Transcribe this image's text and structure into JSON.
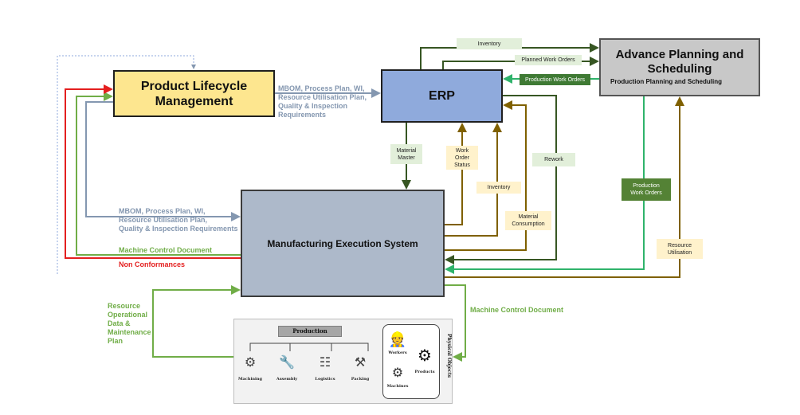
{
  "boxes": {
    "plm": "Product Lifecycle Management",
    "erp": "ERP",
    "aps_title": "Advance Planning and Scheduling",
    "aps_sub": "Production Planning and Scheduling",
    "mes": "Manufacturing Execution System"
  },
  "labels": {
    "inventory_top": "Inventory",
    "planned_work_orders": "Planned Work Orders",
    "production_work_orders_top": "Production Work Orders",
    "material_master": "Material Master",
    "work_order_status": "Work Order Status",
    "inventory_mid": "Inventory",
    "rework": "Rework",
    "material_consumption": "Material Consumption",
    "production_work_orders_mid": "Production Work Orders",
    "resource_utilisation": "Resource Utilisation"
  },
  "texts": {
    "plm_to_erp": [
      "MBOM, Process Plan, WI,",
      "Resource Utilisation Plan,",
      "Quality & Inspection",
      "Requirements"
    ],
    "plm_to_mes": [
      "MBOM, Process Plan, WI,",
      "Resource Utilisation Plan,",
      "Quality & Inspection Requirements"
    ],
    "machine_control_doc_left": "Machine Control Document",
    "non_conformances": "Non Conformances",
    "resource_operational": [
      "Resource",
      "Operational",
      "Data &",
      "Maintenance",
      "Plan"
    ],
    "machine_control_doc_right": "Machine Control Document"
  },
  "physical": {
    "production_title": "Production",
    "items": [
      "Machining",
      "Assembly",
      "Logistics",
      "Packing"
    ],
    "workers": "Workers",
    "machines": "Machines",
    "products": "Products",
    "side_label": "Physical Objects"
  },
  "colors": {
    "blue_arrow": "#8497b0",
    "dark_green": "#375623",
    "light_green": "#70ad47",
    "bright_green": "#2fb36b",
    "olive": "#7f6000",
    "red": "#e41f1f"
  }
}
